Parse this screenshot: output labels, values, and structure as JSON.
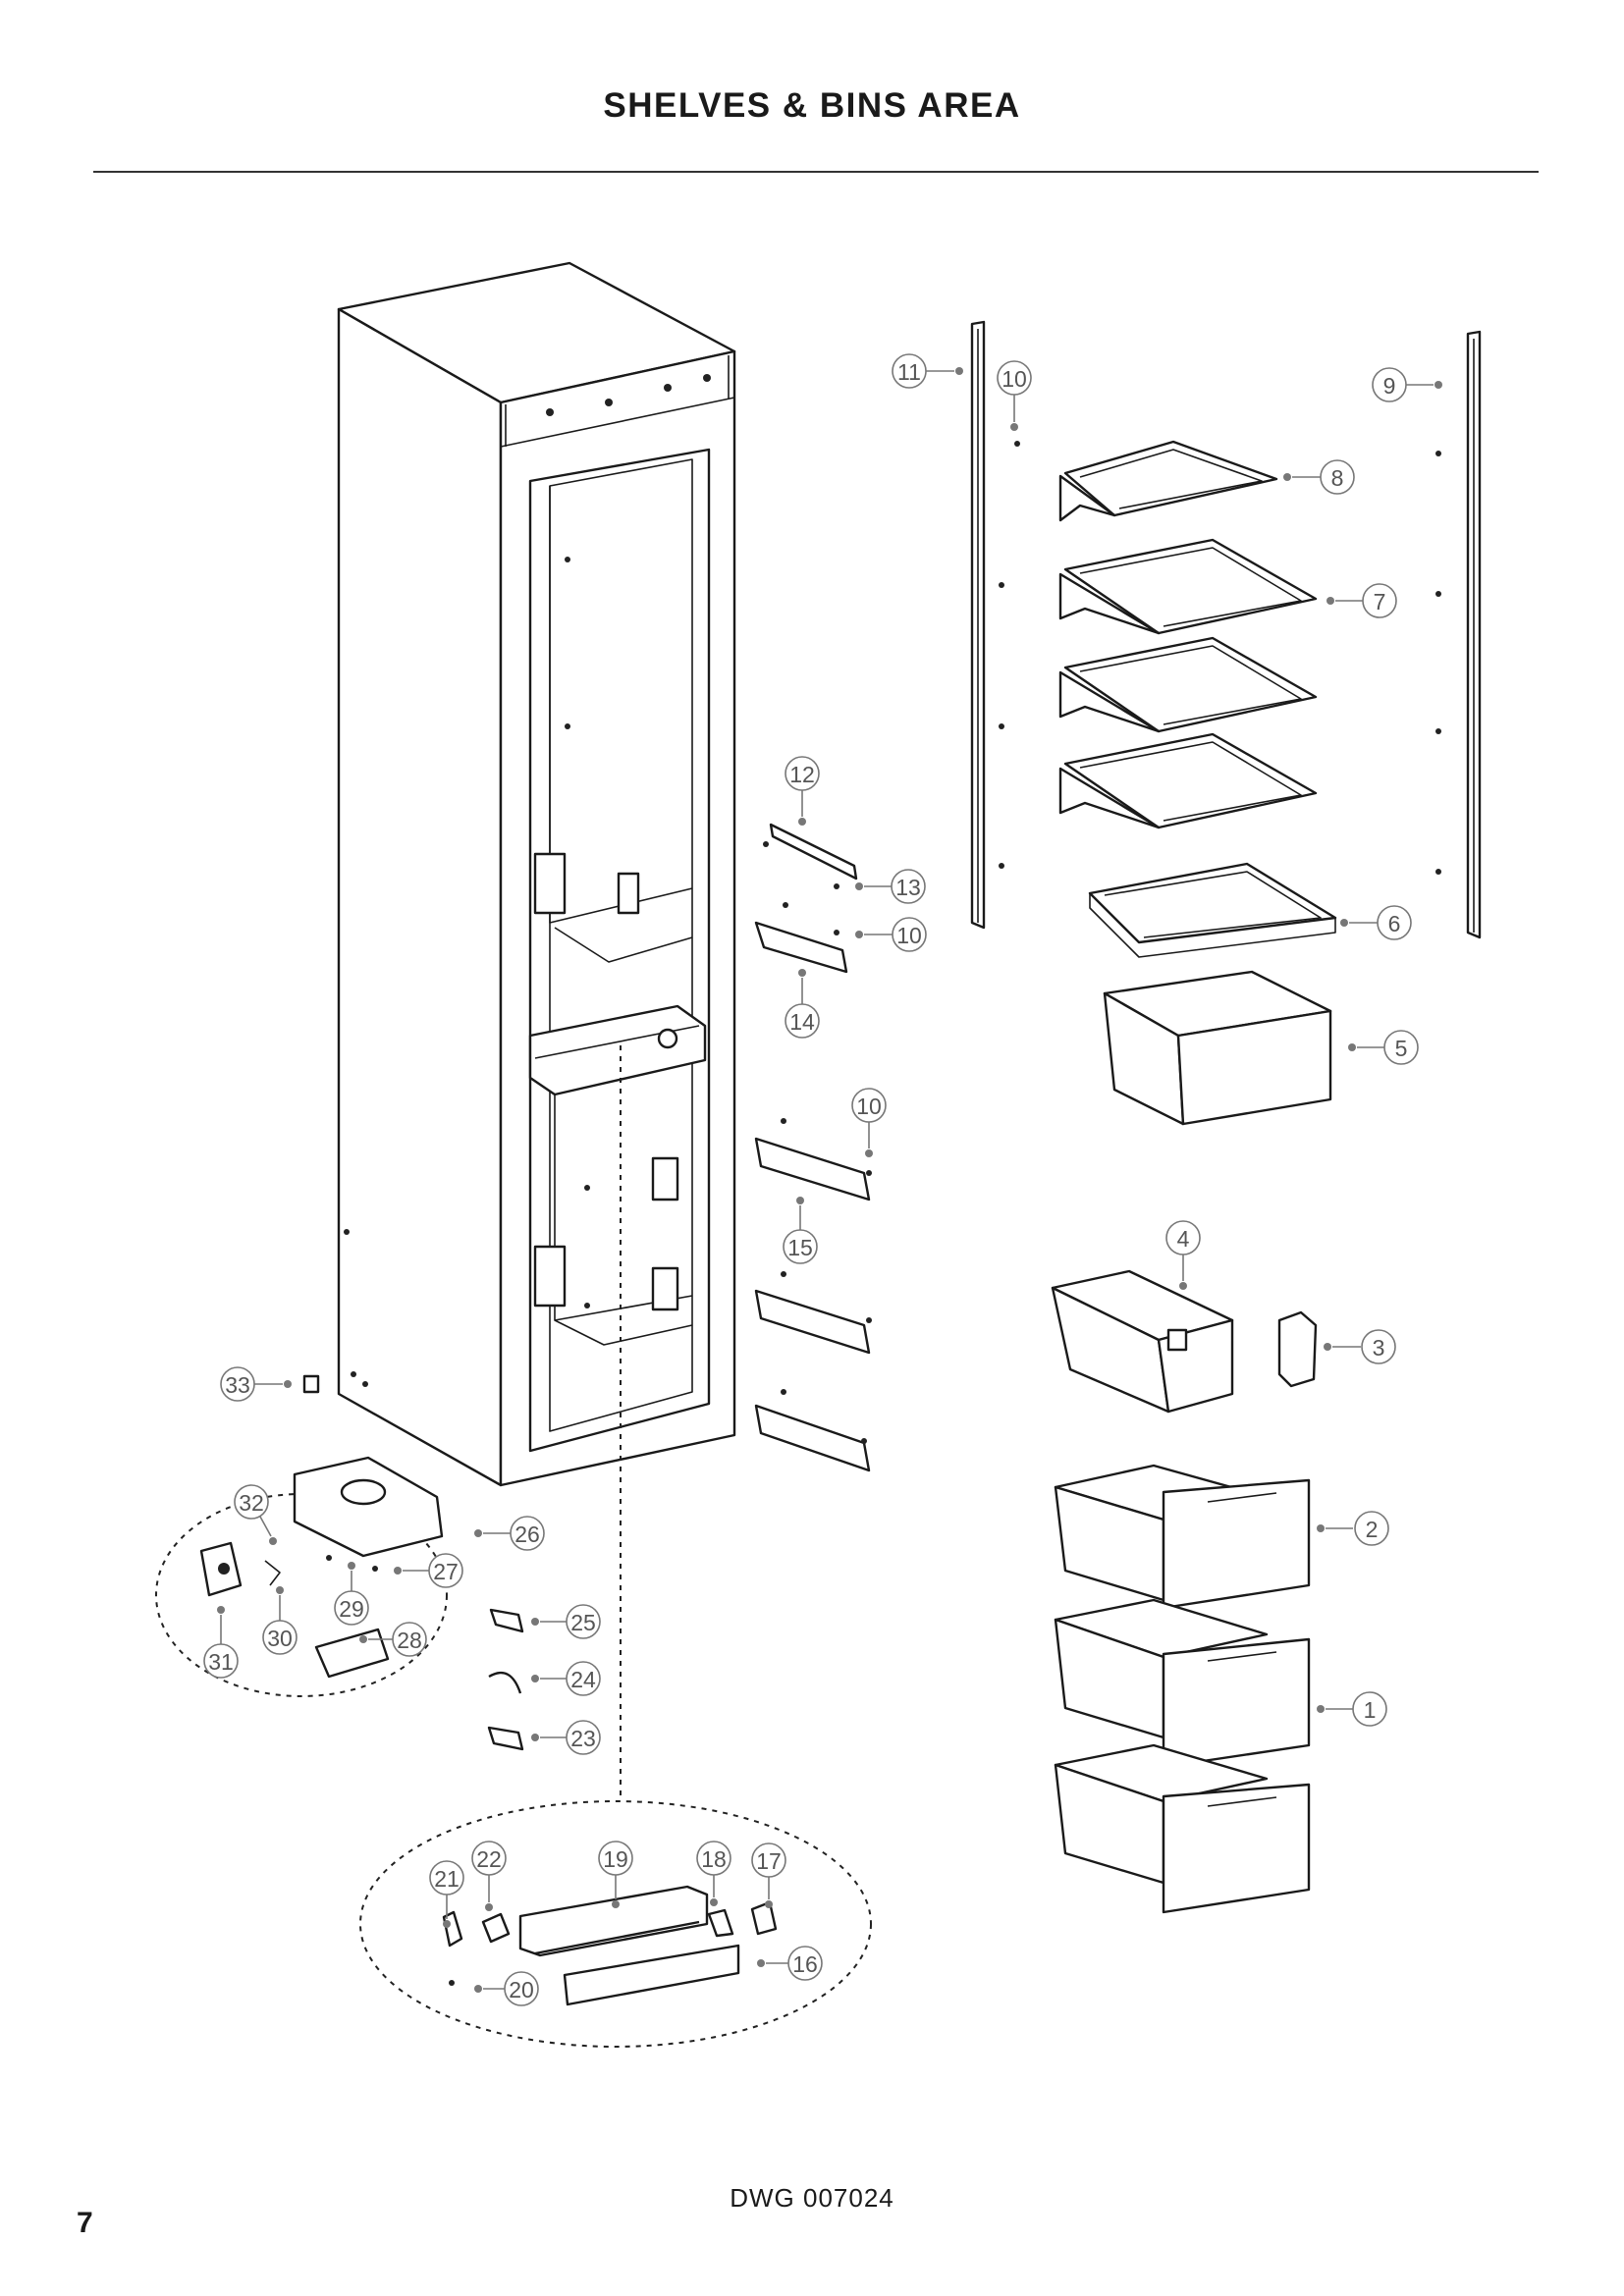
{
  "page": {
    "title": "SHELVES & BINS AREA",
    "drawing_number": "DWG 007024",
    "page_number": "7"
  },
  "callouts": [
    {
      "id": "c1",
      "label": "1"
    },
    {
      "id": "c2",
      "label": "2"
    },
    {
      "id": "c3",
      "label": "3"
    },
    {
      "id": "c4",
      "label": "4"
    },
    {
      "id": "c5",
      "label": "5"
    },
    {
      "id": "c6",
      "label": "6"
    },
    {
      "id": "c7",
      "label": "7"
    },
    {
      "id": "c8",
      "label": "8"
    },
    {
      "id": "c9",
      "label": "9"
    },
    {
      "id": "c10a",
      "label": "10"
    },
    {
      "id": "c10b",
      "label": "10"
    },
    {
      "id": "c10c",
      "label": "10"
    },
    {
      "id": "c11",
      "label": "11"
    },
    {
      "id": "c12",
      "label": "12"
    },
    {
      "id": "c13",
      "label": "13"
    },
    {
      "id": "c14",
      "label": "14"
    },
    {
      "id": "c15",
      "label": "15"
    },
    {
      "id": "c16",
      "label": "16"
    },
    {
      "id": "c17",
      "label": "17"
    },
    {
      "id": "c18",
      "label": "18"
    },
    {
      "id": "c19",
      "label": "19"
    },
    {
      "id": "c20",
      "label": "20"
    },
    {
      "id": "c21",
      "label": "21"
    },
    {
      "id": "c22",
      "label": "22"
    },
    {
      "id": "c23",
      "label": "23"
    },
    {
      "id": "c24",
      "label": "24"
    },
    {
      "id": "c25",
      "label": "25"
    },
    {
      "id": "c26",
      "label": "26"
    },
    {
      "id": "c27",
      "label": "27"
    },
    {
      "id": "c28",
      "label": "28"
    },
    {
      "id": "c29",
      "label": "29"
    },
    {
      "id": "c30",
      "label": "30"
    },
    {
      "id": "c31",
      "label": "31"
    },
    {
      "id": "c32",
      "label": "32"
    },
    {
      "id": "c33",
      "label": "33"
    }
  ]
}
